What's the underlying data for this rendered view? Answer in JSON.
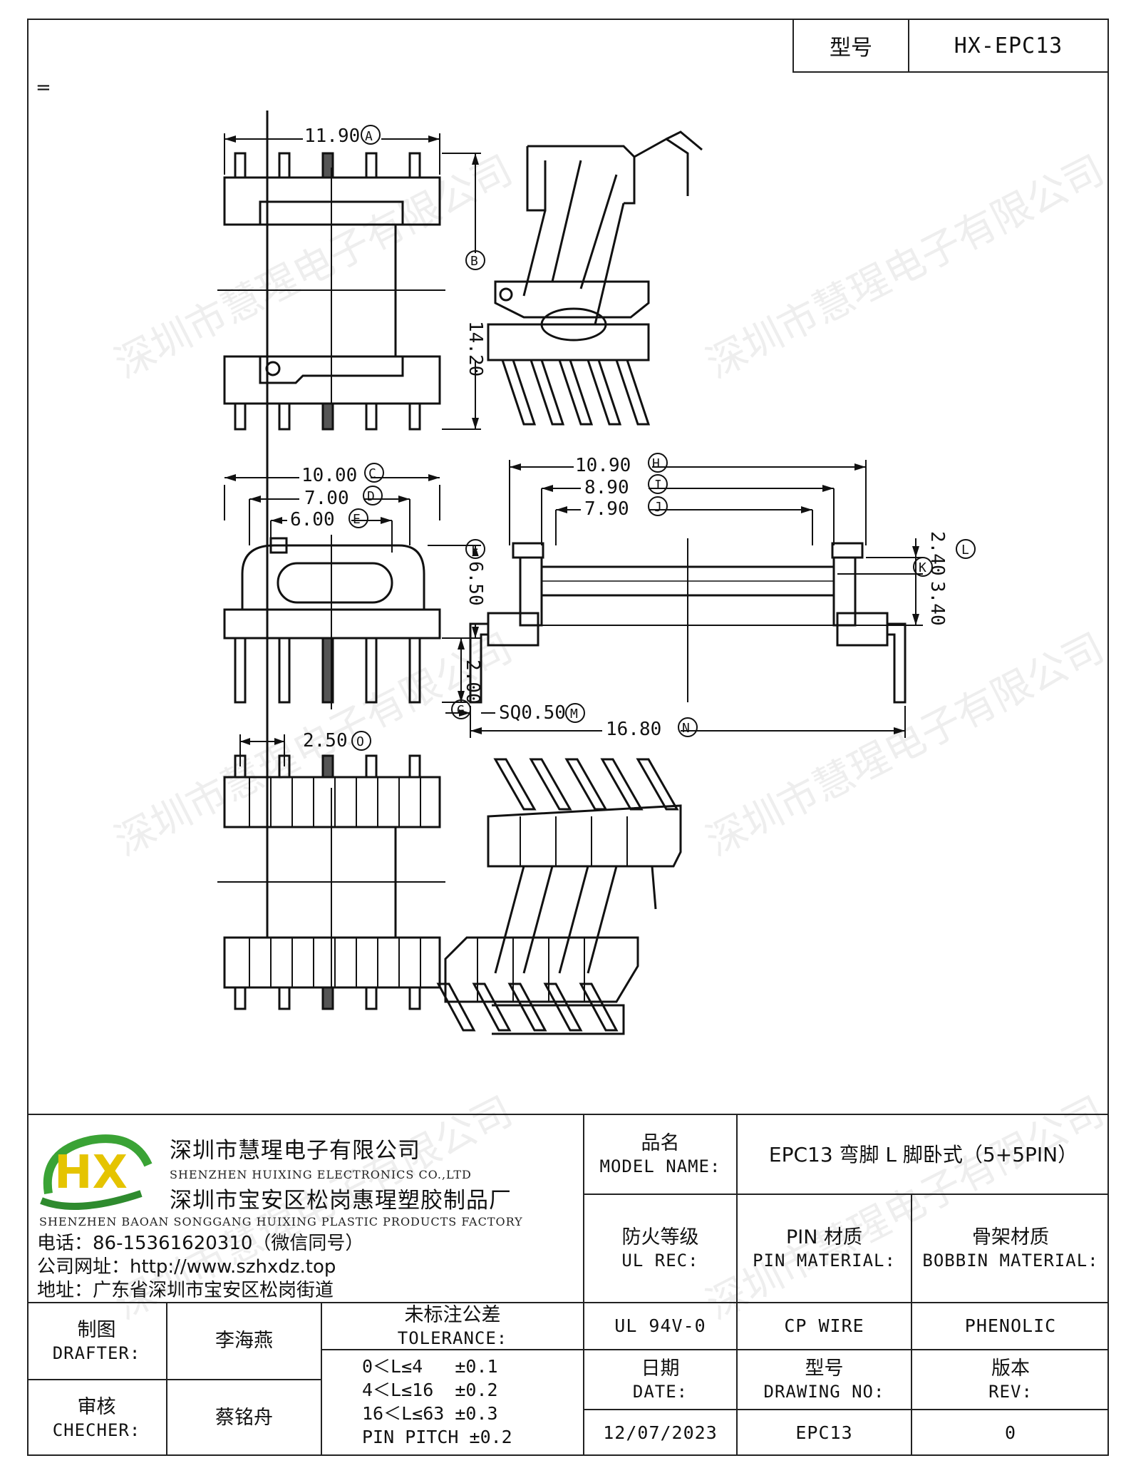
{
  "header": {
    "model_label": "型号",
    "model_value": "HX-EPC13",
    "mark": "="
  },
  "drawing_dims": {
    "A": "11.90",
    "A_tag": "A",
    "B": "14.20",
    "B_tag": "B",
    "C": "10.00",
    "C_tag": "C",
    "D": "7.00",
    "D_tag": "D",
    "E": "6.00",
    "E_tag": "E",
    "F": "6.50",
    "F_tag": "F",
    "G": "2.00",
    "G_tag": "G",
    "H": "10.90",
    "H_tag": "H",
    "I": "8.90",
    "I_tag": "I",
    "J": "7.90",
    "J_tag": "J",
    "K": "2.40",
    "K_tag": "K",
    "L": "3.40",
    "L_tag": "L",
    "M": "SQ0.50",
    "M_tag": "M",
    "N": "16.80",
    "N_tag": "N",
    "O": "2.50",
    "O_tag": "O"
  },
  "watermark": "深圳市慧瑆电子有限公司",
  "company": {
    "logo_text": "HX",
    "name1_zh": "深圳市慧瑆电子有限公司",
    "name1_en": "SHENZHEN HUIXING ELECTRONICS CO.,LTD",
    "name2_zh": "深圳市宝安区松岗惠瑆塑胶制品厂",
    "name2_en": "SHENZHEN BAOAN SONGGANG HUIXING PLASTIC PRODUCTS FACTORY",
    "phone": "电话：86-15361620310（微信同号）",
    "website": "公司网址：http://www.szhxdz.top",
    "address": "地址：广东省深圳市宝安区松岗街道"
  },
  "title_block": {
    "model_name_zh": "品名",
    "model_name_en": "MODEL NAME:",
    "model_name_value": "EPC13 弯脚 L 脚卧式（5+5PIN）",
    "ul_rec_zh": "防火等级",
    "ul_rec_en": "UL REC:",
    "pin_mat_zh": "PIN 材质",
    "pin_mat_en": "PIN MATERIAL:",
    "bobbin_mat_zh": "骨架材质",
    "bobbin_mat_en": "BOBBIN MATERIAL:",
    "ul_value": "UL 94V-0",
    "pin_value": "CP WIRE",
    "bobbin_value": "PHENOLIC",
    "drafter_zh": "制图",
    "drafter_en": "DRAFTER:",
    "drafter_name": "李海燕",
    "checker_zh": "审核",
    "checker_en": "CHECHER:",
    "checker_name": "蔡铭舟",
    "tolerance_zh": "未标注公差",
    "tolerance_en": "TOLERANCE:",
    "tolerance_lines": [
      "0＜L≤4   ±0.1",
      "4＜L≤16  ±0.2",
      "16＜L≤63 ±0.3",
      "PIN PITCH ±0.2"
    ],
    "date_zh": "日期",
    "date_en": "DATE:",
    "drawing_no_zh": "型号",
    "drawing_no_en": "DRAWING NO:",
    "rev_zh": "版本",
    "rev_en": "REV:",
    "date_value": "12/07/2023",
    "drawing_no_value": "EPC13",
    "rev_value": "0"
  }
}
